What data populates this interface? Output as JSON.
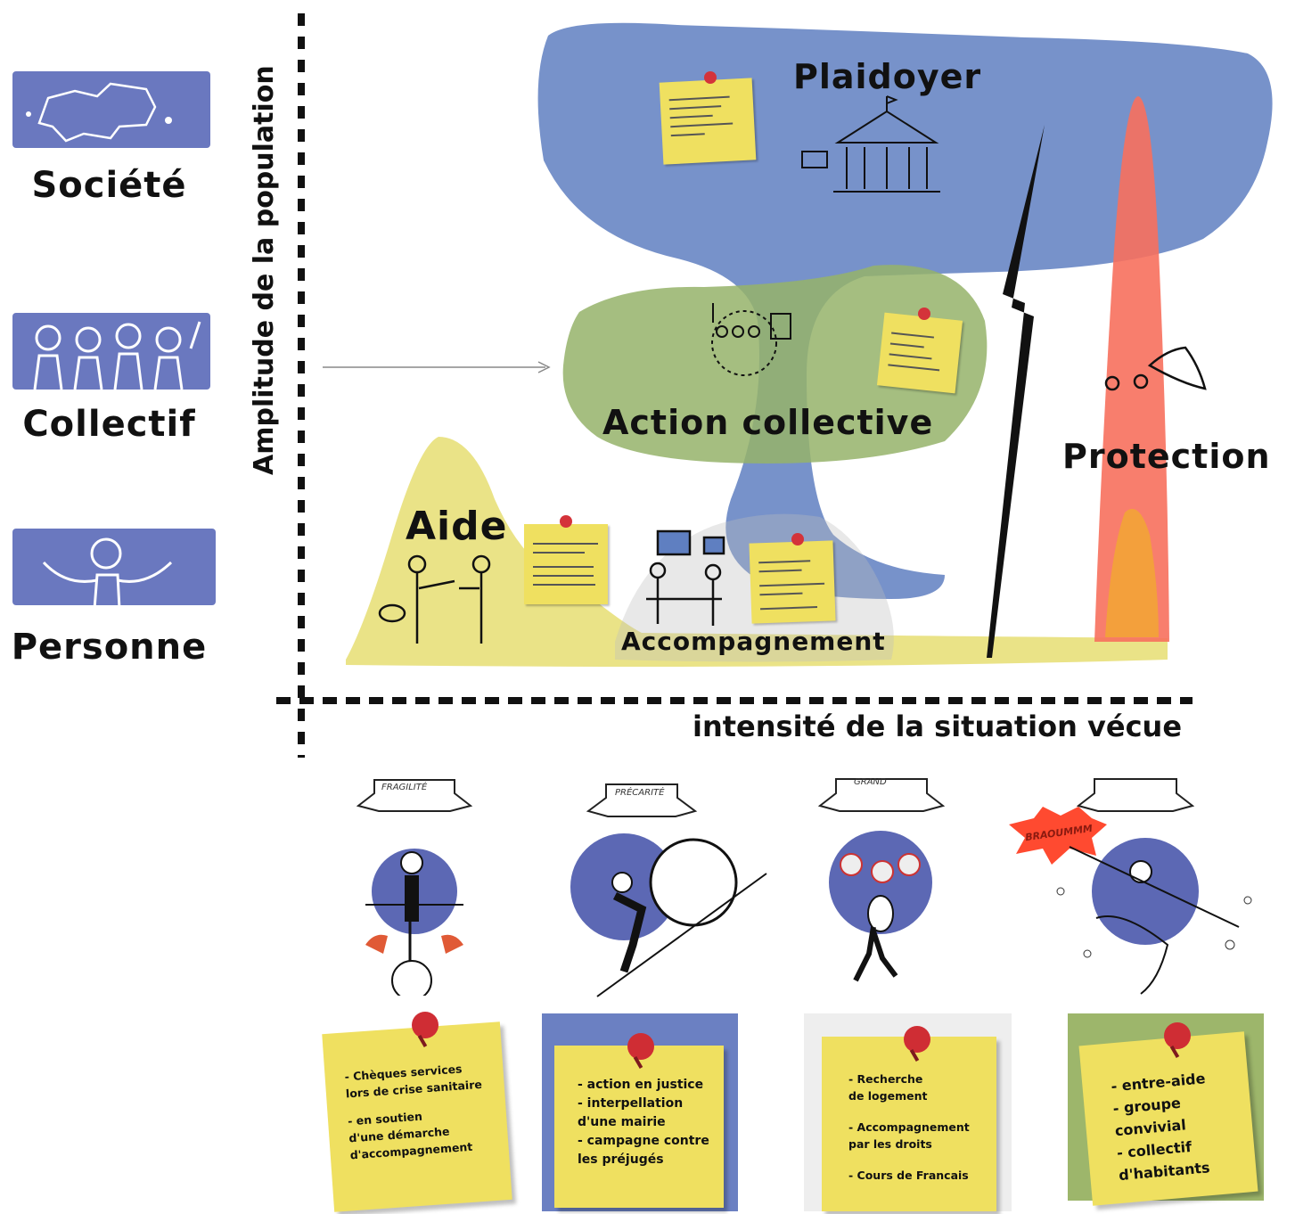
{
  "levels": [
    {
      "label": "Société",
      "icon": "map-of-france-icon"
    },
    {
      "label": "Collectif",
      "icon": "group-of-people-icon"
    },
    {
      "label": "Personne",
      "icon": "single-person-icon"
    }
  ],
  "axes": {
    "y_label": "Amplitude de la population",
    "x_label": "intensité de la situation vécue"
  },
  "zones": {
    "plaidoyer": "Plaidoyer",
    "action_collective": "Action collective",
    "protection": "Protection",
    "aide": "Aide",
    "accompagnement": "Accompagnement"
  },
  "colors": {
    "level_blue": "#6a78bf",
    "plaidoyer_blue": "#5f7fc1",
    "action_green": "#9cb86a",
    "aide_yellow": "#e8e07a",
    "protection_red": "#f7705d",
    "protection_orange": "#f3a03c",
    "sticky_yellow": "#efe060",
    "pin_red": "#d4333a"
  },
  "situations": [
    {
      "banner": "FRAGILITÉ",
      "note_bg": "#ffffff",
      "note_lines": [
        "- Chèques services",
        "lors de crise sanitaire",
        "",
        "- en soutien",
        "d'une démarche",
        "d'accompagnement"
      ]
    },
    {
      "banner": "PRÉCARITÉ",
      "note_bg": "#6b80c2",
      "note_lines": [
        "- action en justice",
        "- interpellation",
        "d'une mairie",
        "- campagne contre",
        "les préjugés"
      ]
    },
    {
      "banner": "GRAND",
      "note_bg": "#eeeeee",
      "note_lines": [
        "- Recherche",
        "de logement",
        "",
        "- Accompagnement",
        "par les droits",
        "",
        "- Cours de Francais"
      ]
    },
    {
      "banner": "",
      "note_bg": "#9db66b",
      "burst_text": "BRAOUMMM",
      "note_lines": [
        "- entre-aide",
        "- groupe",
        "convivial",
        "- collectif",
        "d'habitants"
      ]
    }
  ]
}
